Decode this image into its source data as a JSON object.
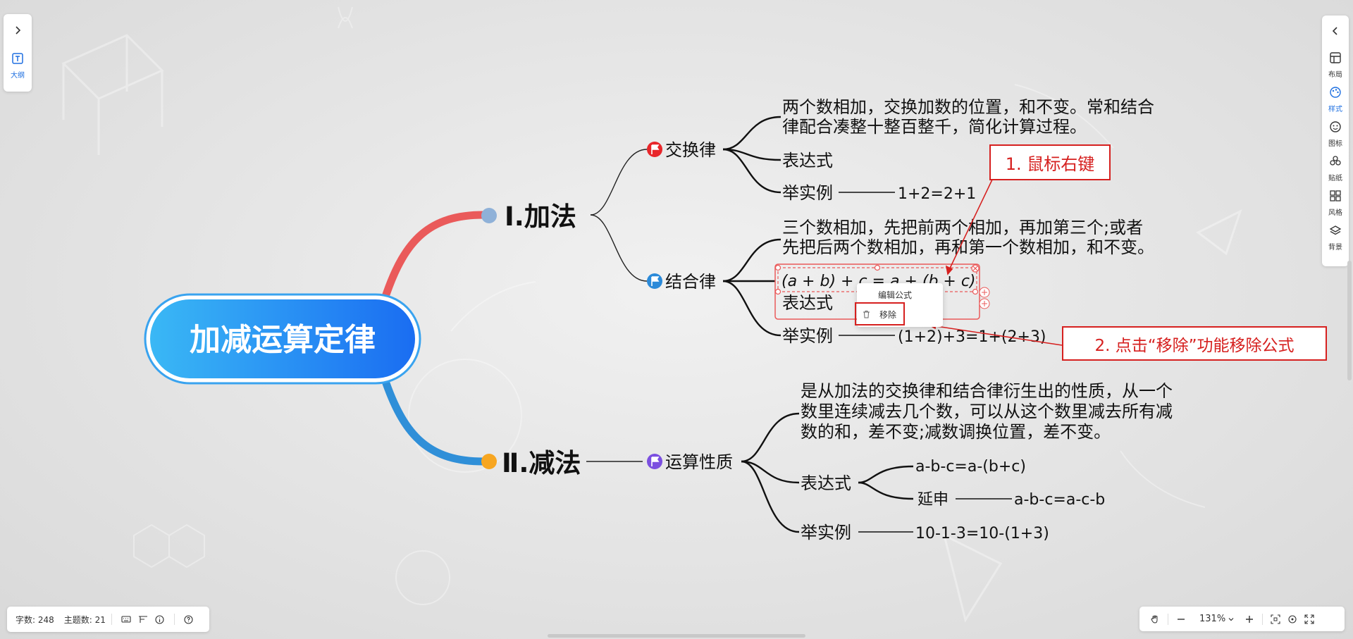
{
  "left_panel": {
    "outline_label": "大纲"
  },
  "right_panel": {
    "items": [
      {
        "label": "布局",
        "icon": "layout-icon"
      },
      {
        "label": "样式",
        "icon": "palette-icon"
      },
      {
        "label": "图标",
        "icon": "smiley-icon"
      },
      {
        "label": "贴纸",
        "icon": "sticker-icon"
      },
      {
        "label": "风格",
        "icon": "grid-icon"
      },
      {
        "label": "背景",
        "icon": "layers-icon"
      }
    ]
  },
  "mindmap": {
    "root": "加减运算定律",
    "branch_add": "Ⅰ.加法",
    "branch_sub": "Ⅱ.减法",
    "commutative": {
      "label": "交换律",
      "desc_line1": "两个数相加，交换加数的位置，和不变。常和结合",
      "desc_line2": "律配合凑整十整百整千，简化计算过程。",
      "expression": "表达式",
      "example": "举实例",
      "example_value": "1+2=2+1"
    },
    "associative": {
      "label": "结合律",
      "desc_line1": "三个数相加，先把前两个相加，再加第三个;或者",
      "desc_line2": "先把后两个数相加，再和第一个数相加，和不变。",
      "formula": "(a + b) + c = a + (b + c)",
      "expression": "表达式",
      "example": "举实例",
      "example_value": "(1+2)+3=1+(2+3)"
    },
    "properties": {
      "label": "运算性质",
      "desc_line1": "是从加法的交换律和结合律衍生出的性质，从一个",
      "desc_line2": "数里连续减去几个数，可以从这个数里减去所有减",
      "desc_line3": "数的和，差不变;减数调换位置，差不变。",
      "expression": "表达式",
      "expression_value": "a-b-c=a-(b+c)",
      "extension": "延申",
      "extension_value": "a-b-c=a-c-b",
      "example": "举实例",
      "example_value": "10-1-3=10-(1+3)"
    }
  },
  "context_menu": {
    "edit": "编辑公式",
    "remove": "移除"
  },
  "callouts": {
    "step1": "1. 鼠标右键",
    "step2": "2. 点击“移除”功能移除公式"
  },
  "stats": {
    "word_count": "字数: 248",
    "topic_count": "主题数: 21"
  },
  "zoom": {
    "level": "131%"
  },
  "colors": {
    "root_gradient_start": "#3ab8f5",
    "root_gradient_end": "#1a6df2",
    "add_branch": "#ea5a5a",
    "sub_branch": "#2f8fd8",
    "annotation_red": "#d6201f",
    "accent_blue": "#1e6fe0"
  }
}
